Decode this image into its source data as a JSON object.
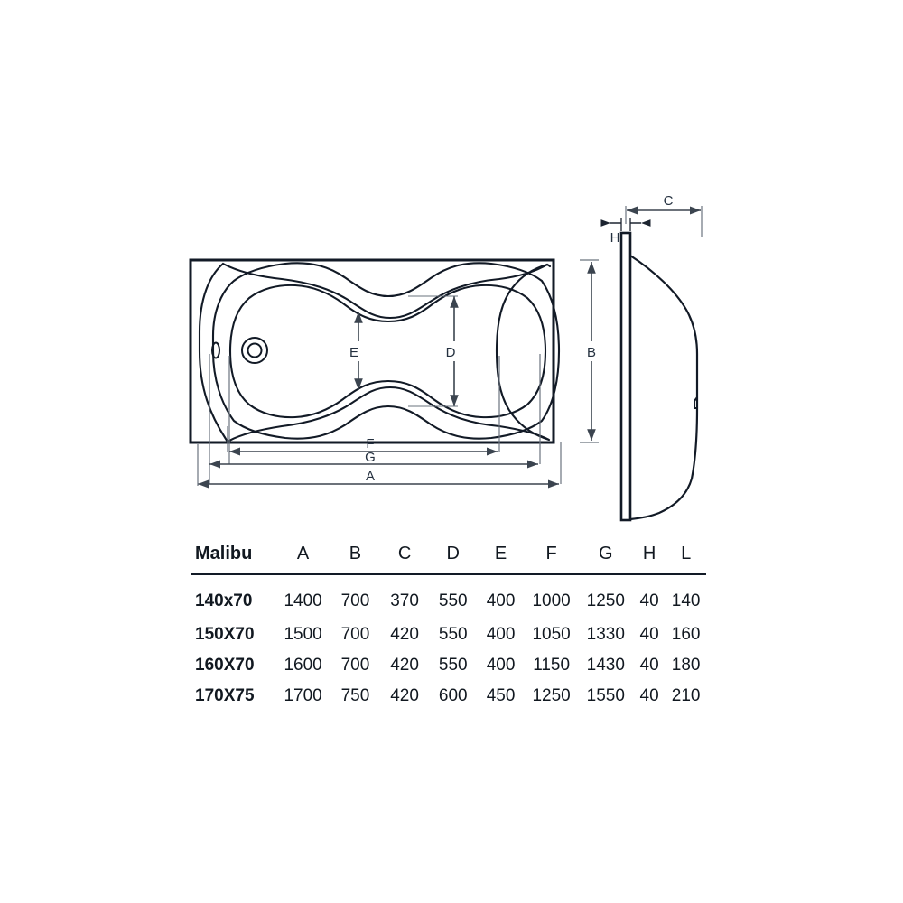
{
  "drawing": {
    "title": "Malibu bathtub technical dimension drawing",
    "views": {
      "top_view": {
        "name": "top-view",
        "dimension_labels": [
          "A",
          "B",
          "D",
          "E",
          "F",
          "G"
        ],
        "features": [
          "overflow-hole",
          "drain-hole"
        ]
      },
      "side_view": {
        "name": "side-view",
        "dimension_labels": [
          "C",
          "H"
        ]
      }
    },
    "dimension_labels": {
      "A": "A",
      "B": "B",
      "C": "C",
      "D": "D",
      "E": "E",
      "F": "F",
      "G": "G",
      "H": "H"
    },
    "line_color": "#121a26",
    "dim_line_color": "#555f6b",
    "text_color": "#24303f",
    "background": "#ffffff"
  },
  "table": {
    "model_header": "Malibu",
    "columns": [
      "A",
      "B",
      "C",
      "D",
      "E",
      "F",
      "G",
      "H",
      "L"
    ],
    "rows": [
      {
        "model": "140x70",
        "values": [
          "1400",
          "700",
          "370",
          "550",
          "400",
          "1000",
          "1250",
          "40",
          "140"
        ]
      },
      {
        "model": "150X70",
        "values": [
          "1500",
          "700",
          "420",
          "550",
          "400",
          "1050",
          "1330",
          "40",
          "160"
        ]
      },
      {
        "model": "160X70",
        "values": [
          "1600",
          "700",
          "420",
          "550",
          "400",
          "1150",
          "1430",
          "40",
          "180"
        ]
      },
      {
        "model": "170X75",
        "values": [
          "1700",
          "750",
          "420",
          "600",
          "450",
          "1250",
          "1550",
          "40",
          "210"
        ]
      }
    ]
  }
}
